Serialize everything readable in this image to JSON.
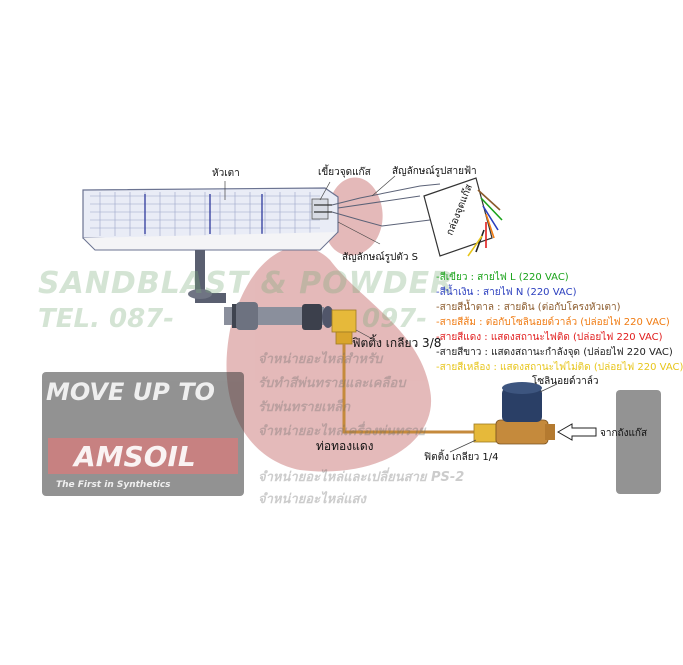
{
  "watermark": {
    "line1": "SANDBLAST & POWDER",
    "line2": "TEL. 087-",
    "line2b": "097-",
    "brand_top": "MOVE UP TO",
    "brand_name": "AMSOIL",
    "brand_tag": "The First in Synthetics"
  },
  "labels": {
    "burner_head": "หัวเตา",
    "gas_spark": "เขี้ยวจุดแก๊ส",
    "ceramic_terminal": "สัญลักษณ์รูปสายฟ้า",
    "s_terminal": "สัญลักษณ์รูปตัว S",
    "control_box": "กล่องจุดแก๊ส",
    "fitting_38": "ฟิตติ้ง เกลียว 3/8",
    "copper_pipe": "ท่อทองแดง",
    "fitting_14": "ฟิตติ้ง เกลียว 1/4",
    "solenoid": "โซลินอยด์วาล์ว",
    "from_tank": "จากถังแก๊ส"
  },
  "legend": [
    {
      "text": "-สีเขียว : สายไฟ L (220 VAC)",
      "color": "#1aa31a"
    },
    {
      "text": "-สีน้ำเงิน : สายไฟ N (220 VAC)",
      "color": "#2b3fbf"
    },
    {
      "text": "-สายสีน้ำตาล : สายดิน (ต่อกับโครงหัวเตา)",
      "color": "#8b5a2b"
    },
    {
      "text": "-สายสีส้ม : ต่อกับโซลินอยด์วาล์ว (ปล่อยไฟ 220 VAC)",
      "color": "#f07b12"
    },
    {
      "text": "-สายสีแดง : แสดงสถานะไฟติด (ปล่อยไฟ 220 VAC)",
      "color": "#e11d1d"
    },
    {
      "text": "-สายสีขาว : แสดงสถานะกำลังจุด (ปล่อยไฟ 220 VAC)",
      "color": "#222222"
    },
    {
      "text": "-สายสีเหลือง : แสดงสถานะไฟไม่ติด (ปล่อยไฟ 220 VAC)",
      "color": "#e7c51a"
    }
  ],
  "watermark_lines": [
    "จำหน่ายอะไหล่สำหรับ",
    "รับทำสีพ่นทรายและเคลือบ",
    "รับพ่นทรายเหล็ก",
    "จำหน่ายอะไหล่เครื่องพ่นทราย",
    "จำหน่ายอะไหล่และเปลี่ยนสาย PS-2",
    "จำหน่ายอะไหล่แสง"
  ],
  "colors": {
    "burner_fill": "#e9ecf6",
    "burner_grid": "#9aa4c8",
    "pipe_brass": "#e6b93a",
    "copper": "#c58a3c",
    "solenoid_body": "#2a3f66",
    "wire_green": "#1aa31a",
    "wire_blue": "#2b3fbf",
    "wire_brown": "#8b5a2b",
    "wire_orange": "#f07b12",
    "wire_red": "#e11d1d",
    "wire_yellow": "#e7c51a"
  }
}
